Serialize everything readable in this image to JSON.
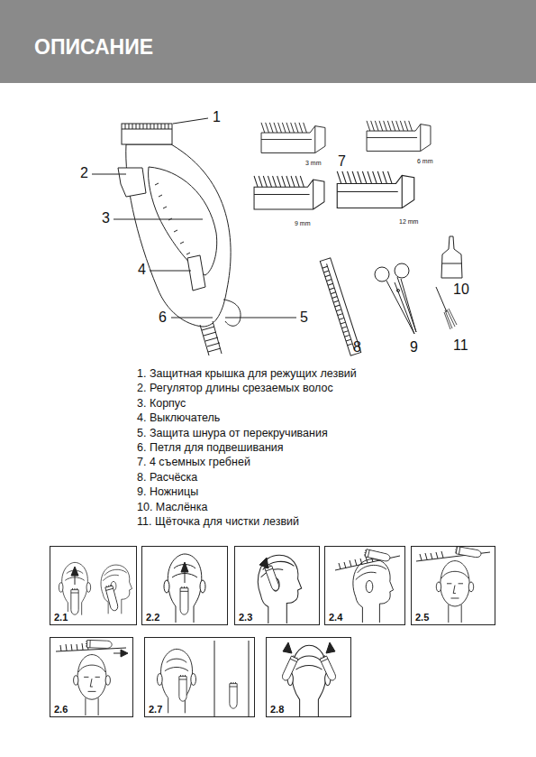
{
  "diagram": {
    "title": "ОПИСАНИЕ",
    "nodes": [
      {
        "text": [
          "2.1"
        ]
      },
      {
        "text": [
          "2.2"
        ]
      },
      {
        "text": [
          "2.3"
        ]
      },
      {
        "text": [
          "2.4"
        ]
      },
      {
        "text": [
          "2.5"
        ]
      },
      {
        "text": [
          "2.6"
        ]
      },
      {
        "text": [
          "2.7"
        ]
      },
      {
        "text": [
          "2.8"
        ]
      }
    ],
    "labels": [
      "1",
      "2",
      "3",
      "4",
      "5",
      "6",
      "7",
      "3 mm",
      "6 mm",
      "9 mm",
      "12 mm",
      "8",
      "9",
      "10",
      "11",
      "1. Защитная крышка для режущих лезвий",
      "2. Регулятор длины срезаемых волос",
      "3. Корпус",
      "4. Выключатель",
      "5. Защита шнура от перекручивания",
      "6. Петля для подвешивания",
      "7. 4 съемных гребней",
      "8. Расчёска",
      "9. Ножницы",
      "10. Маслёнка",
      "11. Щёточка для чистки лезвий"
    ]
  }
}
